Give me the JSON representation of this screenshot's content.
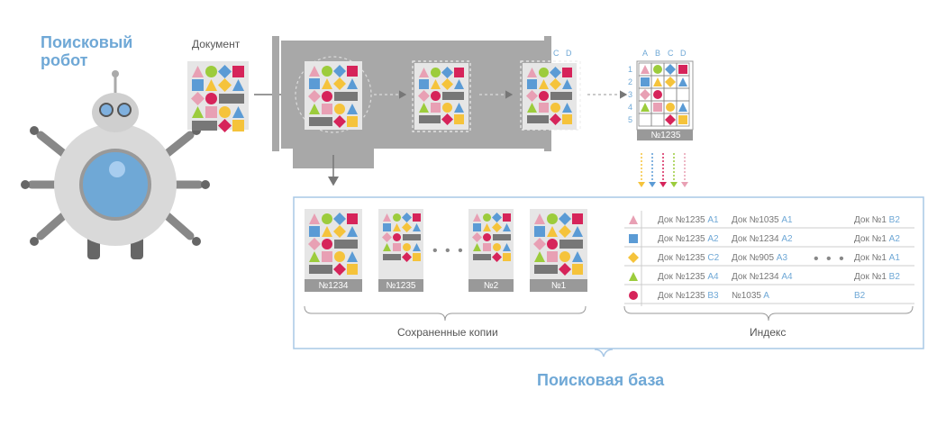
{
  "robot": {
    "title_line1": "Поисковый",
    "title_line2": "робот"
  },
  "document": {
    "label": "Документ"
  },
  "matrix": {
    "columns": [
      "A",
      "B",
      "C",
      "D"
    ],
    "rows": [
      "1",
      "2",
      "3",
      "4",
      "5"
    ],
    "partial_columns": [
      "C",
      "D"
    ],
    "doc_number": "№1235"
  },
  "copies": {
    "label": "Сохраненные копии",
    "items": [
      {
        "number": "№1234"
      },
      {
        "number": "№1235"
      },
      {
        "number": "№2"
      },
      {
        "number": "№1"
      }
    ],
    "ellipsis": "• • •"
  },
  "index": {
    "label": "Индекс",
    "ellipsis": "• • •",
    "rows": [
      {
        "icon": "triangle-icon",
        "cells": [
          {
            "doc": "Док №1235",
            "ref": "A1"
          },
          {
            "doc": "Док №1035",
            "ref": "A1"
          },
          {
            "doc": "Док №1",
            "ref": "B2"
          }
        ]
      },
      {
        "icon": "square-icon",
        "cells": [
          {
            "doc": "Док №1235",
            "ref": "A2"
          },
          {
            "doc": "Док №1234",
            "ref": "A2"
          },
          {
            "doc": "Док №1",
            "ref": "A2"
          }
        ]
      },
      {
        "icon": "star-icon",
        "cells": [
          {
            "doc": "Док №1235",
            "ref": "C2"
          },
          {
            "doc": "Док №905",
            "ref": "A3"
          },
          {
            "doc": "Док №1",
            "ref": "A1"
          }
        ]
      },
      {
        "icon": "triangle-icon",
        "cells": [
          {
            "doc": "Док №1235",
            "ref": "A4"
          },
          {
            "doc": "Док №1234",
            "ref": "A4"
          },
          {
            "doc": "Док №1",
            "ref": "B2"
          }
        ]
      },
      {
        "icon": "circle-icon",
        "cells": [
          {
            "doc": "Док №1235",
            "ref": "B3"
          },
          {
            "doc": "№1035",
            "ref": "A"
          },
          {
            "doc": "",
            "ref": "B2"
          }
        ]
      }
    ]
  },
  "search_base": {
    "label": "Поисковая база"
  },
  "colors": {
    "blue": "#5b9bd5",
    "lightblue": "#6fa8d6",
    "pink": "#e8a0b4",
    "red": "#d6245a",
    "green": "#9ccc3c",
    "yellow": "#f5c33b",
    "gray": "#777777",
    "machine": "#a8a8a8"
  }
}
